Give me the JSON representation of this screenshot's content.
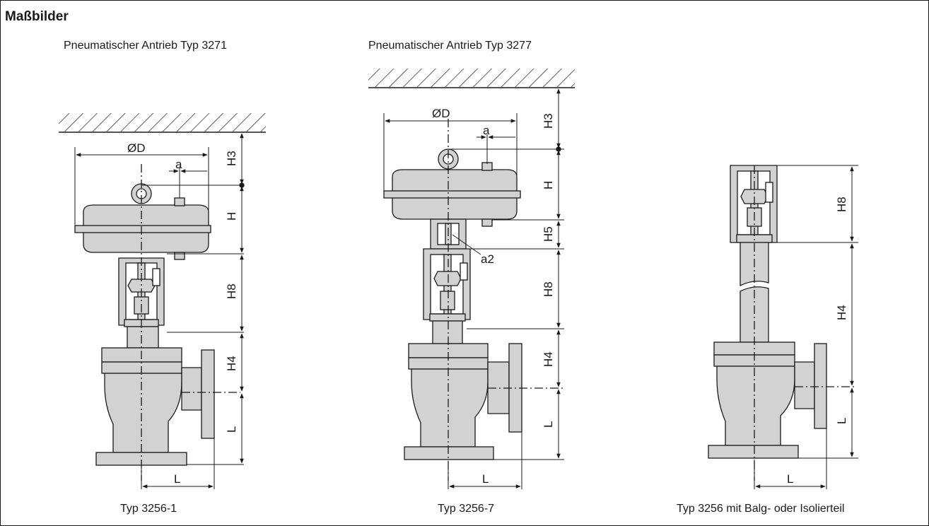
{
  "heading": "Maßbilder",
  "actuators": {
    "left": "Pneumatischer Antrieb Typ 3271",
    "middle": "Pneumatischer Antrieb Typ 3277"
  },
  "captions": {
    "left": "Typ 3256-1",
    "middle": "Typ 3256-7",
    "right": "Typ 3256 mit Balg- oder Isolierteil"
  },
  "dimensions": {
    "d": "ØD",
    "a": "a",
    "a2": "a2",
    "h": "H",
    "h3": "H3",
    "h4": "H4",
    "h5": "H5",
    "h8": "H8",
    "l": "L"
  },
  "colors": {
    "body_fill": "#d2d2d2",
    "line": "#1a1a1a"
  }
}
